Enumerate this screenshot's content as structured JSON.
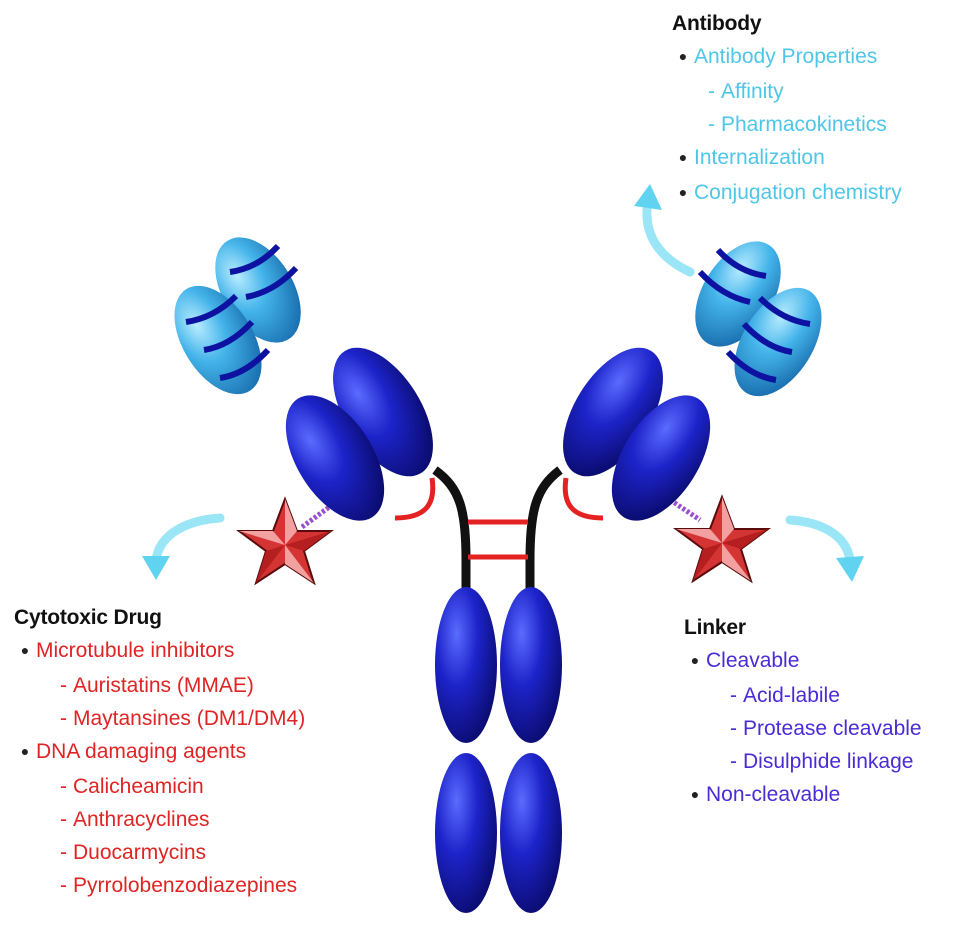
{
  "antibody": {
    "title": "Antibody",
    "items": [
      {
        "label": "Antibody Properties",
        "subs": [
          "Affinity",
          "Pharmacokinetics"
        ]
      },
      {
        "label": "Internalization",
        "subs": []
      },
      {
        "label": "Conjugation chemistry",
        "subs": []
      }
    ]
  },
  "cytotoxic_drug": {
    "title": "Cytotoxic Drug",
    "items": [
      {
        "label": "Microtubule inhibitors",
        "subs": [
          "Auristatins (MMAE)",
          "Maytansines (DM1/DM4)"
        ]
      },
      {
        "label": "DNA damaging agents",
        "subs": [
          "Calicheamicin",
          "Anthracyclines",
          "Duocarmycins",
          "Pyrrolobenzodiazepines"
        ]
      }
    ]
  },
  "linker": {
    "title": "Linker",
    "items": [
      {
        "label": "Cleavable",
        "subs": [
          "Acid-labile",
          "Protease cleavable",
          "Disulphide linkage"
        ]
      },
      {
        "label": "Non-cleavable",
        "subs": []
      }
    ]
  },
  "colors": {
    "antibody_text": "#4ec6e8",
    "drug_text": "#e02424",
    "linker_text": "#4a2bd6",
    "heavy_domain": "#1a1fbf",
    "light_domain": "#3aa8e0",
    "hinge": "#1a1a1a",
    "disulfide": "#e52222",
    "star": "#cc2a2a",
    "arrow": "#5fd3f0"
  }
}
